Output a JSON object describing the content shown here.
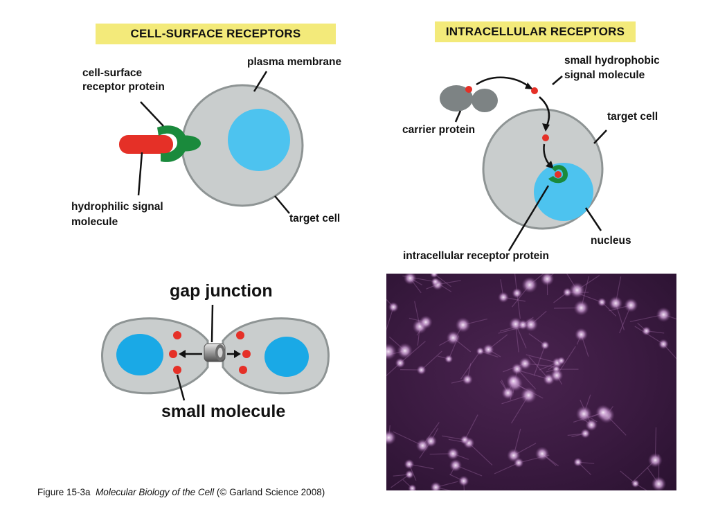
{
  "panels": {
    "cell_surface": {
      "title": "CELL-SURFACE RECEPTORS",
      "labels": {
        "receptor_protein_1": "cell-surface",
        "receptor_protein_2": "receptor protein",
        "plasma_membrane": "plasma membrane",
        "signal_molecule_1": "hydrophilic signal",
        "signal_molecule_2": "molecule",
        "target_cell": "target cell"
      }
    },
    "intracellular": {
      "title": "INTRACELLULAR RECEPTORS",
      "labels": {
        "hydrophobic_1": "small hydrophobic",
        "hydrophobic_2": "signal molecule",
        "carrier_protein": "carrier protein",
        "target_cell": "target cell",
        "nucleus": "nucleus",
        "receptor_protein": "intracellular receptor protein"
      }
    },
    "gap_junction": {
      "labels": {
        "gap_junction": "gap junction",
        "small_molecule": "small molecule"
      }
    }
  },
  "caption": {
    "figure": "Figure 15-3a",
    "book": "Molecular Biology of the Cell",
    "publisher": "(© Garland Science 2008)"
  },
  "colors": {
    "cell_fill": "#c9cdcd",
    "cell_stroke": "#8e9494",
    "nucleus": "#4dc3ef",
    "receptor": "#1a8a3c",
    "signal": "#e53027",
    "carrier": "#7d8384",
    "title_bg": "#f3ea7a"
  }
}
